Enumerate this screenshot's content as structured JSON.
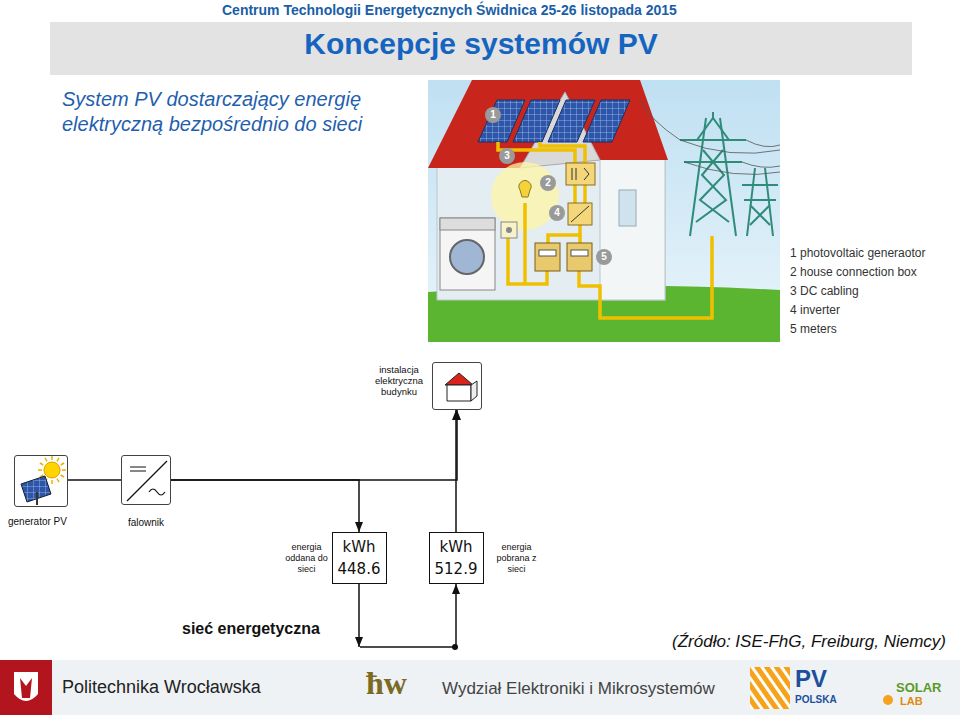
{
  "diagram": {
    "title": "Koncepcje systemów PV",
    "nodes": [
      {
        "text": [
          "instalacja elektryczna budynku"
        ]
      },
      {
        "text": [
          "generator PV"
        ]
      },
      {
        "text": [
          "falownik"
        ]
      },
      {
        "text": [
          "kWh",
          "448.6",
          "energia oddana do sieci"
        ]
      },
      {
        "text": [
          "kWh",
          "512.9",
          "energia pobrana z sieci"
        ]
      },
      {
        "text": [
          "sieć energetyczna"
        ]
      }
    ],
    "edges": [
      {
        "from": 1,
        "to": 2,
        "arrow": "none"
      },
      {
        "from": 2,
        "to": 3,
        "arrow": "to"
      },
      {
        "from": 3,
        "to": 5,
        "arrow": "to"
      },
      {
        "from": 5,
        "to": 4,
        "arrow": "to"
      },
      {
        "from": 4,
        "to": 0,
        "arrow": "to"
      },
      {
        "from": 2,
        "to": 0,
        "arrow": "to"
      }
    ],
    "labels": [
      "Centrum Technologii Energetycznych Świdnica 25-26 listopada 2015",
      "System PV dostarczający energię elektryczną bezpośrednio do sieci",
      "1",
      "3",
      "2",
      "4",
      "5",
      "1 photovoltaic generaotor",
      "2 house connection box",
      "3 DC cabling",
      "4 inverter",
      "5 meters",
      "(Źródło: ISE-FhG, Freiburg, Niemcy)",
      "Politechnika Wrocławska",
      "ħw",
      "Wydział Elektroniki i Mikrosystemów",
      "PV",
      "POLSKA",
      "SOLAR",
      "LAB"
    ]
  }
}
